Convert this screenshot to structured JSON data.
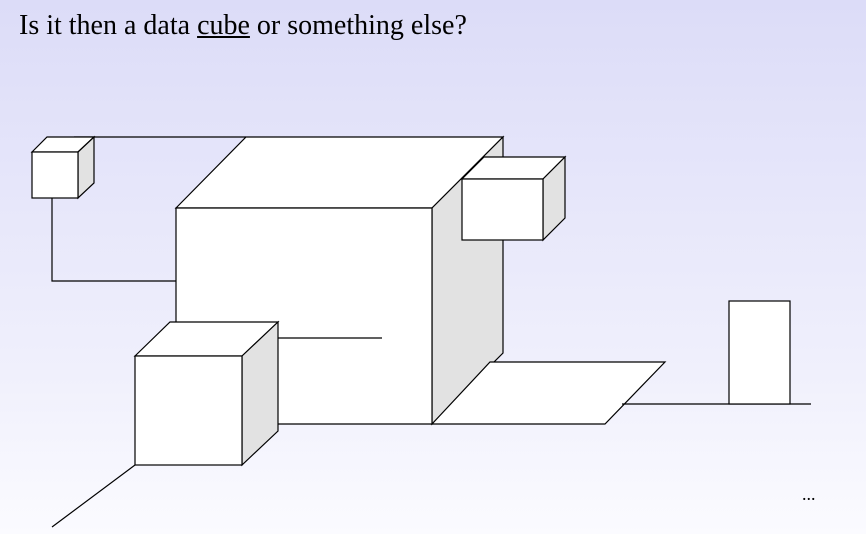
{
  "slide": {
    "title_before": "Is it then a data ",
    "title_emphasis": "cube",
    "title_after": " or something else?",
    "ellipsis": "..."
  },
  "colors": {
    "stroke": "#000000",
    "face": "#ffffff",
    "shade": "#e2e2e2"
  }
}
